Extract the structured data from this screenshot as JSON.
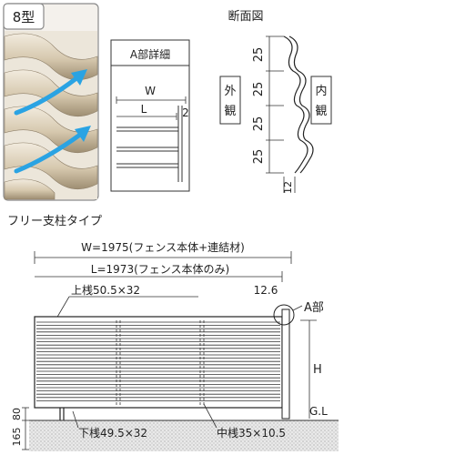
{
  "photo_panel": {
    "label": "8型",
    "colors": {
      "slat": "#d8cbb4",
      "slat_shadow": "#a9997c",
      "slat_light": "#f1e9da",
      "arrow": "#2aa3e3"
    }
  },
  "detail_panel": {
    "title": "A部詳細",
    "w_label": "W",
    "l_label": "L",
    "gap_label": "2"
  },
  "section": {
    "title": "断面図",
    "outside_label": "外観",
    "inside_label": "内観",
    "pitch_labels": [
      "25",
      "25",
      "25",
      "25"
    ],
    "thickness_label": "12"
  },
  "fence": {
    "title": "フリー支柱タイプ",
    "w_dim": "W=1975(フェンス本体+連結材)",
    "l_dim": "L=1973(フェンス本体のみ)",
    "top_rail": "上桟50.5×32",
    "end_dim": "12.6",
    "a_part": "A部",
    "h_label": "H",
    "gl_label": "G.L",
    "bottom_rail": "下桟49.5×32",
    "mid_rail": "中桟35×10.5",
    "foot_labels": [
      "165",
      "80"
    ]
  }
}
